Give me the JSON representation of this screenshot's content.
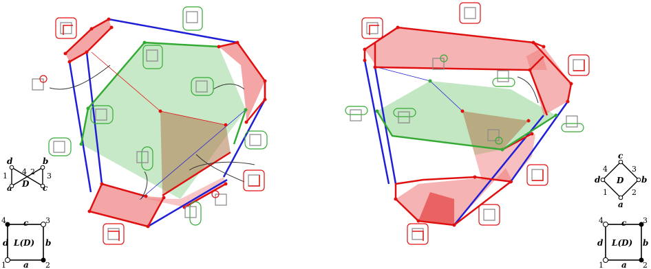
{
  "colors": {
    "blue_edge": "#1f1fd6",
    "red_edge": "#e01010",
    "green_edge": "#33aa33",
    "red_fill": "#f08080",
    "green_fill": "#8fd48f",
    "brown_fill": "#b07a4e",
    "vertex": "#e01010",
    "mini_node": "#777777"
  },
  "left_diagram": {
    "D_labels": {
      "top_left": "d",
      "top_right": "b",
      "bottom_left": "a",
      "bottom_right": "c",
      "center": "D",
      "n1": "1",
      "n2": "2",
      "n3": "3",
      "n4": "4"
    },
    "LD_labels": {
      "title": "L(D)",
      "top": "c",
      "bottom": "a",
      "left": "d",
      "right": "b",
      "c1": "1",
      "c2": "2",
      "c3": "3",
      "c4": "4"
    }
  },
  "right_diagram": {
    "D_labels": {
      "top": "c",
      "bottom": "a",
      "left": "d",
      "right": "b",
      "center": "D",
      "n1": "1",
      "n2": "2",
      "n3": "3",
      "n4": "4"
    },
    "LD_labels": {
      "title": "L(D)",
      "top": "c",
      "bottom": "a",
      "left": "d",
      "right": "b",
      "c1": "1",
      "c2": "2",
      "c3": "3",
      "c4": "4"
    }
  }
}
